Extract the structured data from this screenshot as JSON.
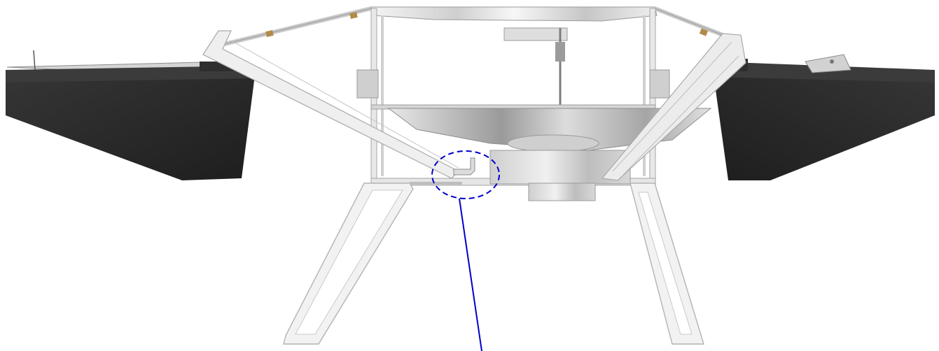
{
  "figure": {
    "description_visible_text": "",
    "colors": {
      "frame": "#e6e6e6",
      "frame_stroke": "#a9a9a9",
      "pontoon": "#2b2b2b",
      "pontoon_top": "#3a3a3a",
      "metal_light": "#d9d9d9",
      "metal_mid": "#bdbdbd",
      "metal_dark": "#8f8f8f",
      "callout": "#0000cc"
    },
    "parts": [
      {
        "id": "left-pontoon"
      },
      {
        "id": "right-pontoon"
      },
      {
        "id": "top-canopy"
      },
      {
        "id": "central-frame"
      },
      {
        "id": "collector-dish"
      },
      {
        "id": "center-cylinder"
      },
      {
        "id": "left-leg"
      },
      {
        "id": "right-leg"
      },
      {
        "id": "left-strut"
      },
      {
        "id": "right-strut"
      },
      {
        "id": "detail-callout"
      }
    ]
  }
}
